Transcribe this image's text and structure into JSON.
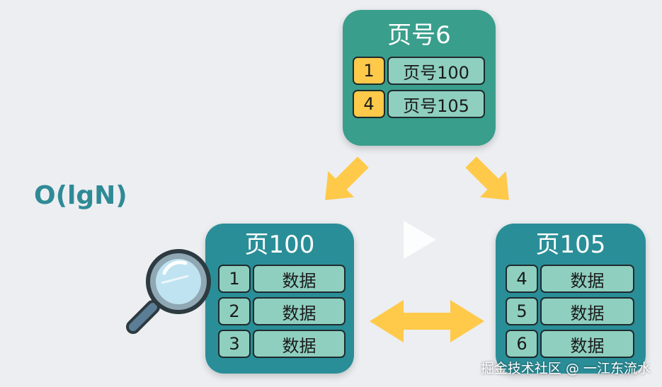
{
  "complexity": "O(lgN)",
  "root_page": {
    "title": "页号6",
    "rows": [
      {
        "key": "1",
        "value": "页号100"
      },
      {
        "key": "4",
        "value": "页号105"
      }
    ]
  },
  "left_page": {
    "title": "页100",
    "rows": [
      {
        "key": "1",
        "value": "数据"
      },
      {
        "key": "2",
        "value": "数据"
      },
      {
        "key": "3",
        "value": "数据"
      }
    ]
  },
  "right_page": {
    "title": "页105",
    "rows": [
      {
        "key": "4",
        "value": "数据"
      },
      {
        "key": "5",
        "value": "数据"
      },
      {
        "key": "6",
        "value": "数据"
      }
    ]
  },
  "watermark": "掘金技术社区 @ 一江东流水",
  "colors": {
    "background": "#eceef1",
    "root_card": "#3a9e8c",
    "leaf_card": "#2a8e98",
    "key_highlight": "#ffc94a",
    "cell": "#8fcfbf",
    "arrow": "#ffc94a",
    "complexity_text": "#2f8a96"
  },
  "icons": [
    "magnifier-icon",
    "play-icon",
    "arrow-down-left-icon",
    "arrow-down-right-icon",
    "double-arrow-icon"
  ]
}
